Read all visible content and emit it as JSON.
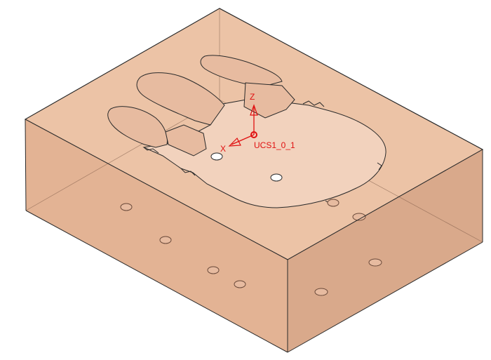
{
  "model_view": {
    "background_color": "#ffffff",
    "part_colors": {
      "top_face": "#ecc3a6",
      "left_face": "#e3b394",
      "right_face": "#d9a98b",
      "pocket_floor": "#f2d2bd",
      "ghost_fill": "#e7bba0",
      "edge": "#2a2a2a",
      "hidden_edge": "#6b4a3a",
      "hole": "#ffffff"
    },
    "coordinate_system": {
      "name": "UCS1_0_1",
      "axis_z_label": "Z",
      "axis_x_label": "X",
      "color": "#e01010"
    }
  }
}
